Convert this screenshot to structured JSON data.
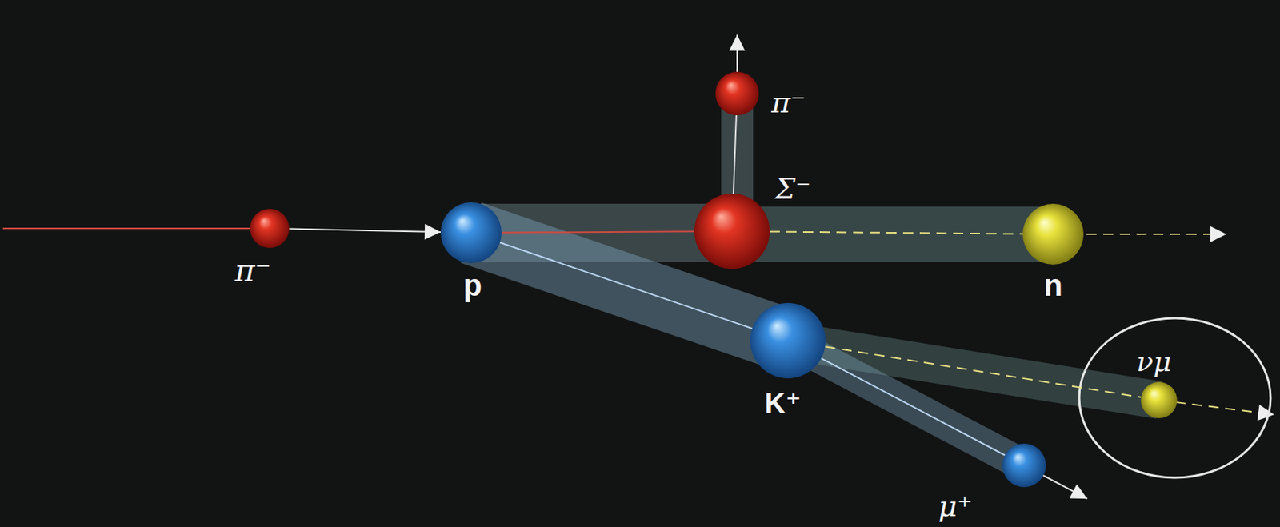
{
  "diagram": {
    "nodes": [
      {
        "text": [
          "π⁻"
        ]
      },
      {
        "text": [
          "p"
        ]
      },
      {
        "text": [
          "π⁻"
        ]
      },
      {
        "text": [
          "Σ⁻"
        ]
      },
      {
        "text": [
          "n"
        ]
      },
      {
        "text": [
          "K⁺"
        ]
      },
      {
        "text": [
          "νμ"
        ]
      },
      {
        "text": [
          "μ⁺"
        ]
      }
    ],
    "edges": [
      {
        "from": 0,
        "to": 1,
        "arrow": "to"
      },
      {
        "from": 1,
        "to": 3,
        "arrow": "none"
      },
      {
        "from": 3,
        "to": 2,
        "arrow": "none"
      },
      {
        "from": 3,
        "to": 4,
        "arrow": "none"
      },
      {
        "from": 1,
        "to": 5,
        "arrow": "none"
      },
      {
        "from": 5,
        "to": 7,
        "arrow": "none"
      },
      {
        "from": 5,
        "to": 6,
        "arrow": "none"
      }
    ]
  }
}
